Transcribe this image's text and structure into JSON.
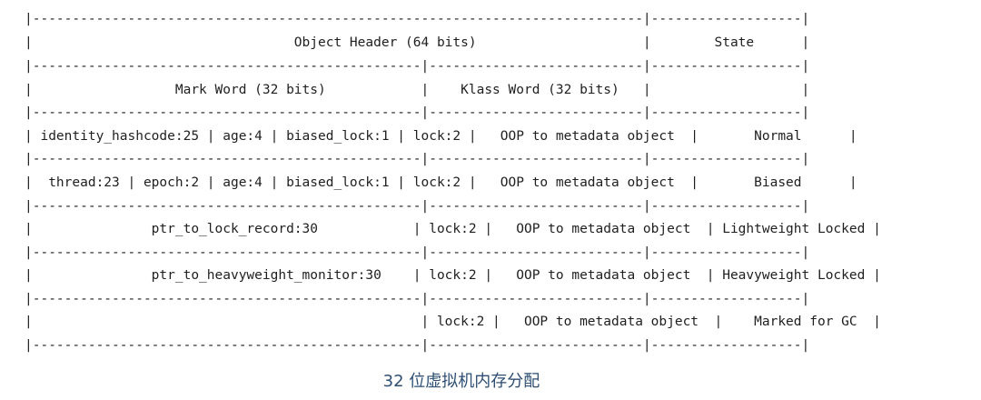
{
  "table_lines": [
    "|-----------------------------------------------------------------------------|-------------------|",
    "|                                 Object Header (64 bits)                     |        State      |",
    "|-------------------------------------------------|---------------------------|-------------------|",
    "|                  Mark Word (32 bits)            |    Klass Word (32 bits)   |                   |",
    "|-------------------------------------------------|---------------------------|-------------------|",
    "| identity_hashcode:25 | age:4 | biased_lock:1 | lock:2 |   OOP to metadata object  |       Normal      |",
    "|-------------------------------------------------|---------------------------|-------------------|",
    "|  thread:23 | epoch:2 | age:4 | biased_lock:1 | lock:2 |   OOP to metadata object  |       Biased      |",
    "|-------------------------------------------------|---------------------------|-------------------|",
    "|               ptr_to_lock_record:30            | lock:2 |   OOP to metadata object  | Lightweight Locked |",
    "|-------------------------------------------------|---------------------------|-------------------|",
    "|               ptr_to_heavyweight_monitor:30    | lock:2 |   OOP to metadata object  | Heavyweight Locked |",
    "|-------------------------------------------------|---------------------------|-------------------|",
    "|                                                 | lock:2 |   OOP to metadata object  |    Marked for GC  |",
    "|-------------------------------------------------|---------------------------|-------------------|"
  ],
  "caption": "32 位虚拟机内存分配"
}
